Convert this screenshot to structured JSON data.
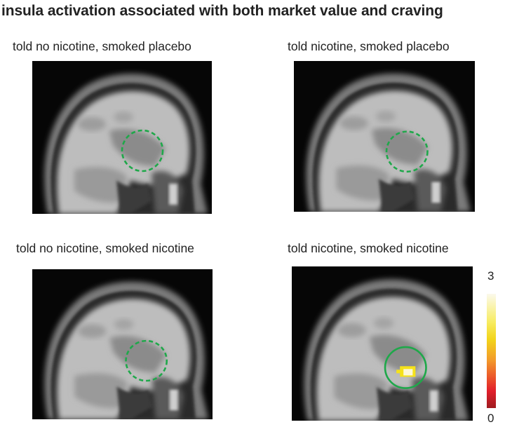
{
  "figure": {
    "title": "insula activation associated with both market value and craving",
    "panels": [
      {
        "label": "told no nicotine, smoked placebo",
        "roi_style": "dashed",
        "activation": false
      },
      {
        "label": "told nicotine, smoked placebo",
        "roi_style": "dashed",
        "activation": false
      },
      {
        "label": "told no nicotine, smoked nicotine",
        "roi_style": "dashed",
        "activation": false
      },
      {
        "label": "told nicotine, smoked nicotine",
        "roi_style": "solid",
        "activation": true
      }
    ],
    "colorbar": {
      "max_label": "3",
      "min_label": "0",
      "colors": [
        "#fbf9ec",
        "#f7ec60",
        "#f29a2a",
        "#e21f2b",
        "#9e1b1f"
      ]
    },
    "roi_color": "#1fa84a",
    "activation_color": "#f5e21a"
  }
}
